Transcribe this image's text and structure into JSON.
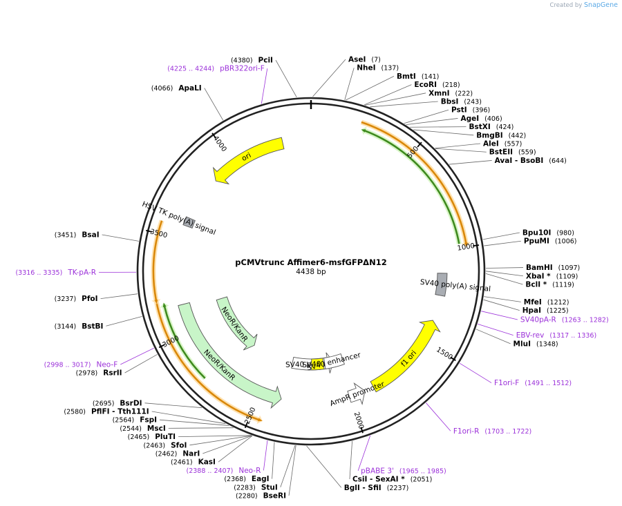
{
  "brand": {
    "prefix": "Created by",
    "name": "SnapGene"
  },
  "plasmid": {
    "name": "pCMVtrunc Affimer6-msfGFPΔN12",
    "size_label": "4438 bp",
    "length": 4438
  },
  "tick_labels": [
    "500",
    "1000",
    "1500",
    "2000",
    "2500",
    "3000",
    "3500",
    "4000"
  ],
  "features": [
    {
      "label": "ori",
      "start": 3865,
      "end": 4285,
      "dir": -1,
      "color": "#ffff00",
      "track": "mid"
    },
    {
      "label": "f1 ori",
      "start": 1380,
      "end": 1870,
      "dir": -1,
      "color": "#ffff00",
      "track": "mid"
    },
    {
      "label": "SV40 poly(A) signal",
      "start": 1120,
      "end": 1240,
      "dir": 0,
      "color": "#a9adb3",
      "track": "mid"
    },
    {
      "label": "HSV TK poly(A) signal",
      "start": 3575,
      "end": 3620,
      "dir": 0,
      "color": "#a9adb3",
      "track": "mid"
    },
    {
      "label": "NeoR/KanR",
      "start": 2380,
      "end": 3150,
      "dir": -1,
      "color": "#c8f5c8",
      "track": "mid"
    },
    {
      "label": "NeoR/KanR",
      "start": 2680,
      "end": 3120,
      "dir": -1,
      "color": "#c8f5c8",
      "track": "inner"
    },
    {
      "label": "AmpR promoter",
      "start": 1920,
      "end": 2010,
      "dir": -1,
      "color": "#ffffff",
      "track": "mid"
    },
    {
      "label": "SV40 promoter",
      "start": 2050,
      "end": 2360,
      "dir": -1,
      "color": "#ffffff",
      "track": "inner"
    },
    {
      "label": "SV40 ori",
      "start": 2125,
      "end": 2215,
      "dir": 0,
      "color": "#ffff00",
      "track": "inner"
    },
    {
      "label": "SV40 enhancer",
      "start": 1975,
      "end": 2115,
      "dir": 0,
      "color": "#ffffff",
      "track": "inner"
    }
  ],
  "orfs": [
    {
      "start": 230,
      "end": 1000,
      "dir": 1,
      "color": "#ffa500",
      "track": "orf1"
    },
    {
      "start": 240,
      "end": 980,
      "dir": -1,
      "color": "#6abf45",
      "track": "orf2"
    },
    {
      "start": 2440,
      "end": 3190,
      "dir": -1,
      "color": "#ffa500",
      "track": "orf1"
    },
    {
      "start": 2770,
      "end": 3180,
      "dir": 1,
      "color": "#6abf45",
      "track": "orf2"
    },
    {
      "start": 3180,
      "end": 3560,
      "dir": -1,
      "color": "#ffa500",
      "track": "orf1"
    }
  ],
  "sites": [
    {
      "name": "PciI",
      "pos": "(4380)",
      "bp": 4380,
      "side": "left"
    },
    {
      "name": "AseI",
      "pos": "(7)",
      "bp": 7,
      "side": "right"
    },
    {
      "name": "NheI",
      "pos": "(137)",
      "bp": 137,
      "side": "right"
    },
    {
      "name": "BmtI",
      "pos": "(141)",
      "bp": 141,
      "side": "right"
    },
    {
      "name": "EcoRI",
      "pos": "(218)",
      "bp": 218,
      "side": "right"
    },
    {
      "name": "XmnI",
      "pos": "(222)",
      "bp": 222,
      "side": "right"
    },
    {
      "name": "BbsI",
      "pos": "(243)",
      "bp": 243,
      "side": "right"
    },
    {
      "name": "PstI",
      "pos": "(396)",
      "bp": 396,
      "side": "right"
    },
    {
      "name": "AgeI",
      "pos": "(406)",
      "bp": 406,
      "side": "right"
    },
    {
      "name": "BstXI",
      "pos": "(424)",
      "bp": 424,
      "side": "right"
    },
    {
      "name": "BmgBI",
      "pos": "(442)",
      "bp": 442,
      "side": "right"
    },
    {
      "name": "AleI",
      "pos": "(557)",
      "bp": 557,
      "side": "right"
    },
    {
      "name": "BstEII",
      "pos": "(559)",
      "bp": 559,
      "side": "right"
    },
    {
      "name": "AvaI  - BsoBI",
      "pos": "(644)",
      "bp": 644,
      "side": "right"
    },
    {
      "name": "Bpu10I",
      "pos": "(980)",
      "bp": 980,
      "side": "right"
    },
    {
      "name": "PpuMI",
      "pos": "(1006)",
      "bp": 1006,
      "side": "right"
    },
    {
      "name": "BamHI",
      "pos": "(1097)",
      "bp": 1097,
      "side": "right"
    },
    {
      "name": "XbaI *",
      "pos": "(1109)",
      "bp": 1109,
      "side": "right"
    },
    {
      "name": "BclI *",
      "pos": "(1119)",
      "bp": 1119,
      "side": "right"
    },
    {
      "name": "MfeI",
      "pos": "(1212)",
      "bp": 1212,
      "side": "right"
    },
    {
      "name": "HpaI",
      "pos": "(1225)",
      "bp": 1225,
      "side": "right"
    },
    {
      "name": "MluI",
      "pos": "(1348)",
      "bp": 1348,
      "side": "right"
    },
    {
      "name": "CsiI  - SexAI *",
      "pos": "(2051)",
      "bp": 2051,
      "side": "right"
    },
    {
      "name": "BglI  - SfiI",
      "pos": "(2237)",
      "bp": 2237,
      "side": "right"
    },
    {
      "name": "BseRI",
      "pos": "(2280)",
      "bp": 2280,
      "side": "left"
    },
    {
      "name": "StuI",
      "pos": "(2283)",
      "bp": 2283,
      "side": "left"
    },
    {
      "name": "EagI",
      "pos": "(2368)",
      "bp": 2368,
      "side": "left"
    },
    {
      "name": "KasI",
      "pos": "(2461)",
      "bp": 2461,
      "side": "left"
    },
    {
      "name": "NarI",
      "pos": "(2462)",
      "bp": 2462,
      "side": "left"
    },
    {
      "name": "SfoI",
      "pos": "(2463)",
      "bp": 2463,
      "side": "left"
    },
    {
      "name": "PluTI",
      "pos": "(2465)",
      "bp": 2465,
      "side": "left"
    },
    {
      "name": "MscI",
      "pos": "(2544)",
      "bp": 2544,
      "side": "left"
    },
    {
      "name": "FspI",
      "pos": "(2564)",
      "bp": 2564,
      "side": "left"
    },
    {
      "name": "PflFI  - Tth111I",
      "pos": "(2580)",
      "bp": 2580,
      "side": "left"
    },
    {
      "name": "BsrDI",
      "pos": "(2695)",
      "bp": 2695,
      "side": "left"
    },
    {
      "name": "RsrII",
      "pos": "(2978)",
      "bp": 2978,
      "side": "left"
    },
    {
      "name": "BstBI",
      "pos": "(3144)",
      "bp": 3144,
      "side": "left"
    },
    {
      "name": "PfoI",
      "pos": "(3237)",
      "bp": 3237,
      "side": "left"
    },
    {
      "name": "BsaI",
      "pos": "(3451)",
      "bp": 3451,
      "side": "left"
    },
    {
      "name": "ApaLI",
      "pos": "(4066)",
      "bp": 4066,
      "side": "left"
    }
  ],
  "primers": [
    {
      "name": "pBR322ori-F",
      "pos": "(4225 .. 4244)",
      "bp": 4235,
      "side": "left"
    },
    {
      "name": "SV40pA-R",
      "pos": "(1263 .. 1282)",
      "bp": 1272,
      "side": "right"
    },
    {
      "name": "EBV-rev",
      "pos": "(1317 .. 1336)",
      "bp": 1326,
      "side": "right"
    },
    {
      "name": "F1ori-F",
      "pos": "(1491 .. 1512)",
      "bp": 1501,
      "side": "right"
    },
    {
      "name": "F1ori-R",
      "pos": "(1703 .. 1722)",
      "bp": 1712,
      "side": "right"
    },
    {
      "name": "pBABE 3'",
      "pos": "(1965 .. 1985)",
      "bp": 1975,
      "side": "right"
    },
    {
      "name": "Neo-R",
      "pos": "(2388 .. 2407)",
      "bp": 2397,
      "side": "left"
    },
    {
      "name": "Neo-F",
      "pos": "(2998 .. 3017)",
      "bp": 3007,
      "side": "left"
    },
    {
      "name": "TK-pA-R",
      "pos": "(3316 .. 3335)",
      "bp": 3325,
      "side": "left"
    }
  ]
}
